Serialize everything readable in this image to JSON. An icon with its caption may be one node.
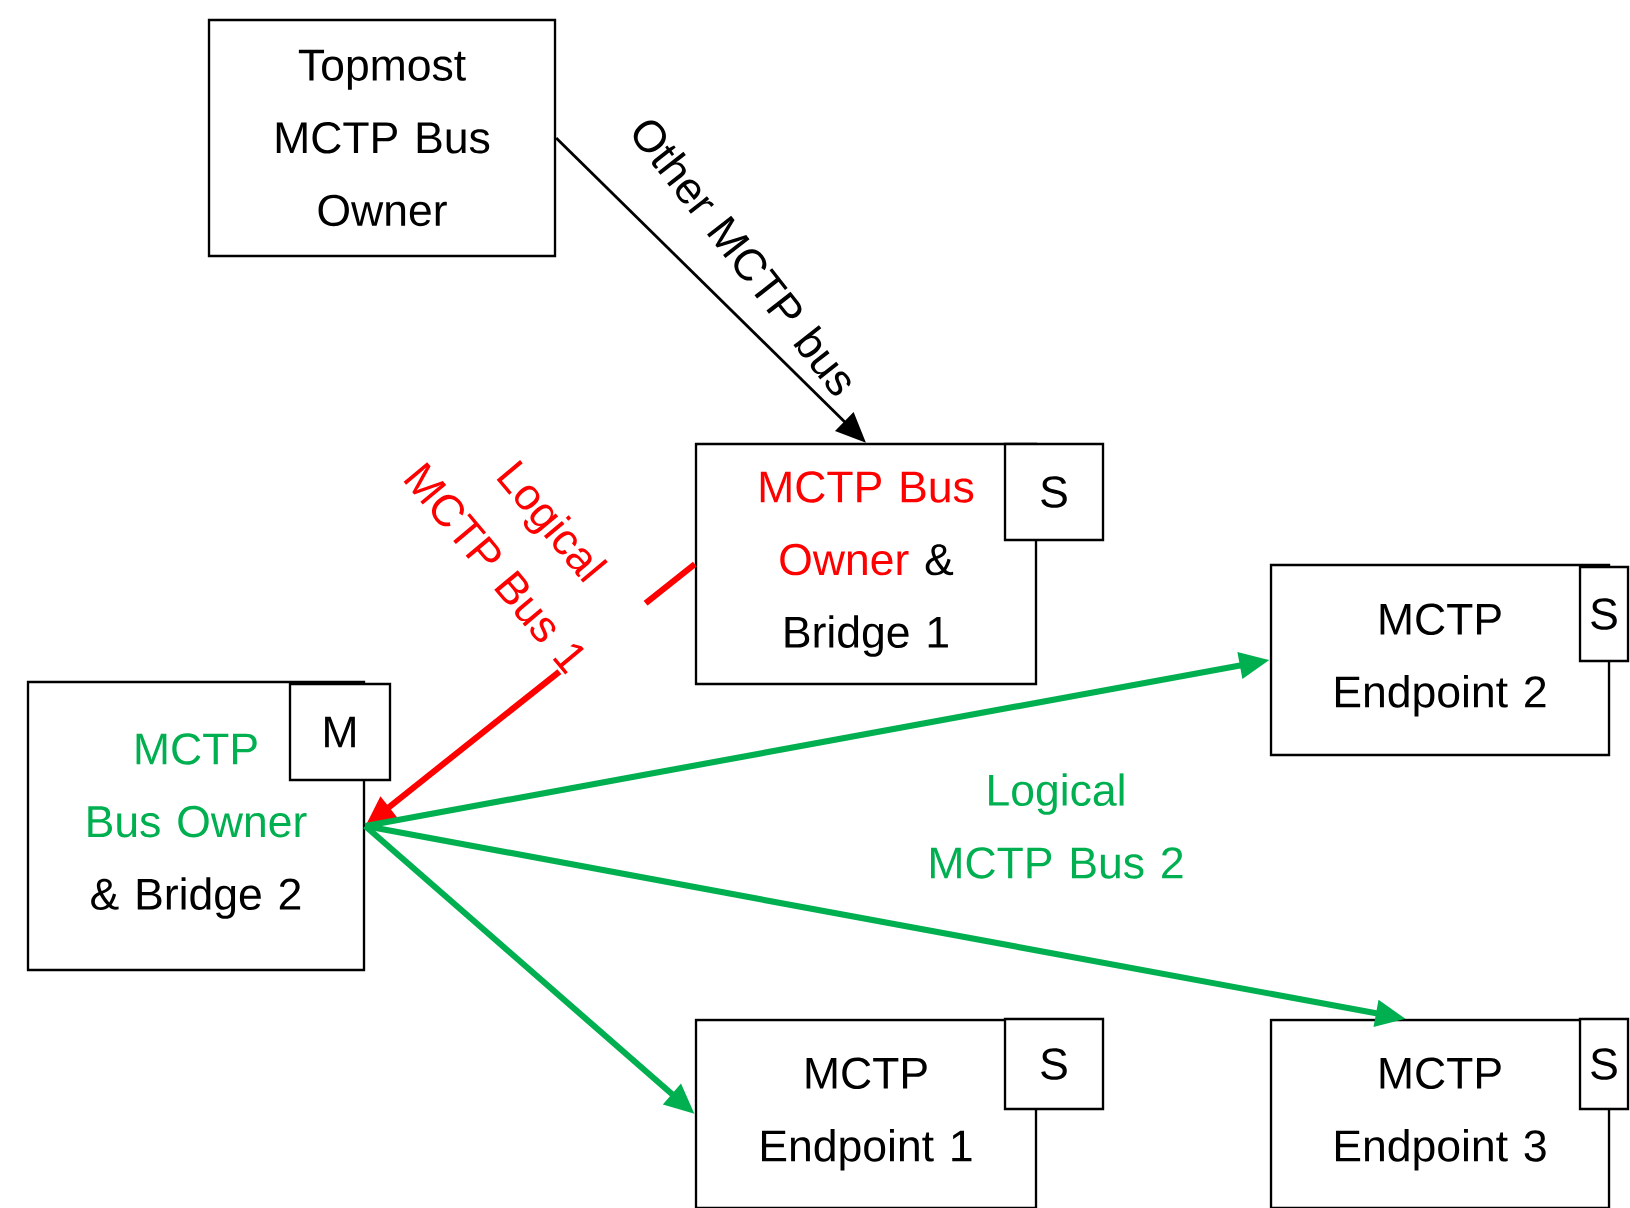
{
  "diagram": {
    "nodes": [
      {
        "text": [
          "Topmost MCTP Bus Owner"
        ]
      },
      {
        "text": [
          "MCTP Bus Owner",
          "& Bridge 1"
        ]
      },
      {
        "text": [
          "S"
        ]
      },
      {
        "text": [
          "MCTP Endpoint 2"
        ]
      },
      {
        "text": [
          "S"
        ]
      },
      {
        "text": [
          "MCTP Bus Owner",
          "& Bridge 2"
        ]
      },
      {
        "text": [
          "M"
        ]
      },
      {
        "text": [
          "MCTP Endpoint 1"
        ]
      },
      {
        "text": [
          "S"
        ]
      },
      {
        "text": [
          "MCTP Endpoint 3"
        ]
      },
      {
        "text": [
          "S"
        ]
      }
    ],
    "edges": [
      {
        "from": 0,
        "to": 1,
        "arrow": "to",
        "label": "Other MCTP bus",
        "color": "#000000"
      },
      {
        "from": 1,
        "to": 5,
        "arrow": "to",
        "label": "Logical MCTP Bus 1",
        "color": "#ff0000"
      },
      {
        "from": 5,
        "to": 3,
        "arrow": "to",
        "label": "Logical MCTP Bus 2"
      },
      {
        "from": 5,
        "to": 9,
        "arrow": "to"
      },
      {
        "from": 5,
        "to": 7,
        "arrow": "to"
      }
    ]
  }
}
